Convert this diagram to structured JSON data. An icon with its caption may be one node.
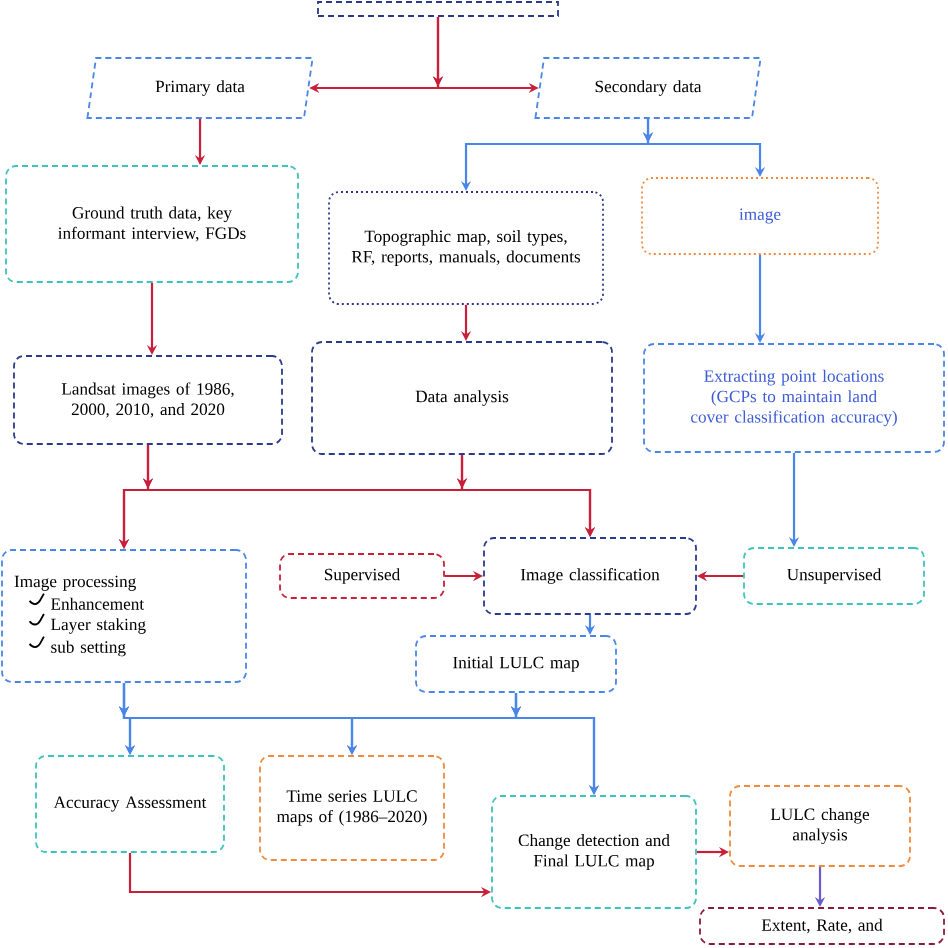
{
  "diagram": {
    "nodes": [
      {
        "text": [],
        "shape": "box"
      },
      {
        "text": [
          "Primary data"
        ]
      },
      {
        "text": [
          "Secondary data"
        ]
      },
      {
        "text": [
          "Ground truth data, key informant interview, FGDs"
        ]
      },
      {
        "text": [
          "Topographic map, soil types, RF, reports, manuals, documents"
        ]
      },
      {
        "text": [
          "image"
        ]
      },
      {
        "text": [
          "Data analysis"
        ]
      },
      {
        "text": [
          "Landsat images of 1986, 2000, 2010, and 2020"
        ]
      },
      {
        "text": [
          "Extracting point locations (GCPs to maintain land cover classification accuracy)"
        ]
      },
      {
        "text": [
          "Image processing",
          "Enhancement",
          "Layer staking",
          "sub setting"
        ]
      },
      {
        "text": [
          "Supervised"
        ]
      },
      {
        "text": [
          "Image classification"
        ]
      },
      {
        "text": [
          "Unsupervised"
        ]
      },
      {
        "text": [
          "Initial LULC map"
        ]
      },
      {
        "text": [
          "Accuracy Assessment"
        ]
      },
      {
        "text": [
          "Time series LULC maps of (1986–2020)"
        ]
      },
      {
        "text": [
          "Change detection and Final LULC map"
        ]
      },
      {
        "text": [
          "LULC change analysis"
        ]
      },
      {
        "text": [
          "Extent, Rate, and"
        ]
      }
    ],
    "edges": [
      {
        "from": 0,
        "to": 1,
        "arrow": "to"
      },
      {
        "from": 0,
        "to": 2,
        "arrow": "to"
      },
      {
        "from": 2,
        "to": 4,
        "arrow": "to",
        "color": "#4a86e8"
      },
      {
        "from": 2,
        "to": 5,
        "arrow": "to",
        "color": "#4a86e8"
      },
      {
        "from": 1,
        "to": 3,
        "arrow": "to"
      },
      {
        "from": 3,
        "to": 7,
        "arrow": "to"
      },
      {
        "from": 4,
        "to": 6,
        "arrow": "to"
      },
      {
        "from": 5,
        "to": 8,
        "arrow": "to",
        "color": "#4a86e8"
      },
      {
        "from": 7,
        "to": 9,
        "arrow": "to"
      },
      {
        "from": 7,
        "to": 11,
        "arrow": "to"
      },
      {
        "from": 6,
        "to": 9,
        "arrow": "to"
      },
      {
        "from": 6,
        "to": 11,
        "arrow": "to"
      },
      {
        "from": 8,
        "to": 12,
        "arrow": "to",
        "color": "#4a86e8"
      },
      {
        "from": 10,
        "to": 11,
        "arrow": "to"
      },
      {
        "from": 12,
        "to": 11,
        "arrow": "to"
      },
      {
        "from": 11,
        "to": 13,
        "arrow": "to",
        "color": "#4a86e8"
      },
      {
        "from": 9,
        "to": 14,
        "arrow": "to",
        "color": "#4a86e8"
      },
      {
        "from": 9,
        "to": 15,
        "arrow": "to",
        "color": "#4a86e8"
      },
      {
        "from": 9,
        "to": 16,
        "arrow": "to",
        "color": "#4a86e8"
      },
      {
        "from": 13,
        "to": 14,
        "arrow": "to",
        "color": "#4a86e8"
      },
      {
        "from": 13,
        "to": 15,
        "arrow": "to",
        "color": "#4a86e8"
      },
      {
        "from": 13,
        "to": 16,
        "arrow": "to",
        "color": "#4a86e8"
      },
      {
        "from": 14,
        "to": 16,
        "arrow": "to"
      },
      {
        "from": 16,
        "to": 17,
        "arrow": "to"
      },
      {
        "from": 17,
        "to": 18,
        "arrow": "to",
        "color": "#6a5acd"
      }
    ]
  }
}
